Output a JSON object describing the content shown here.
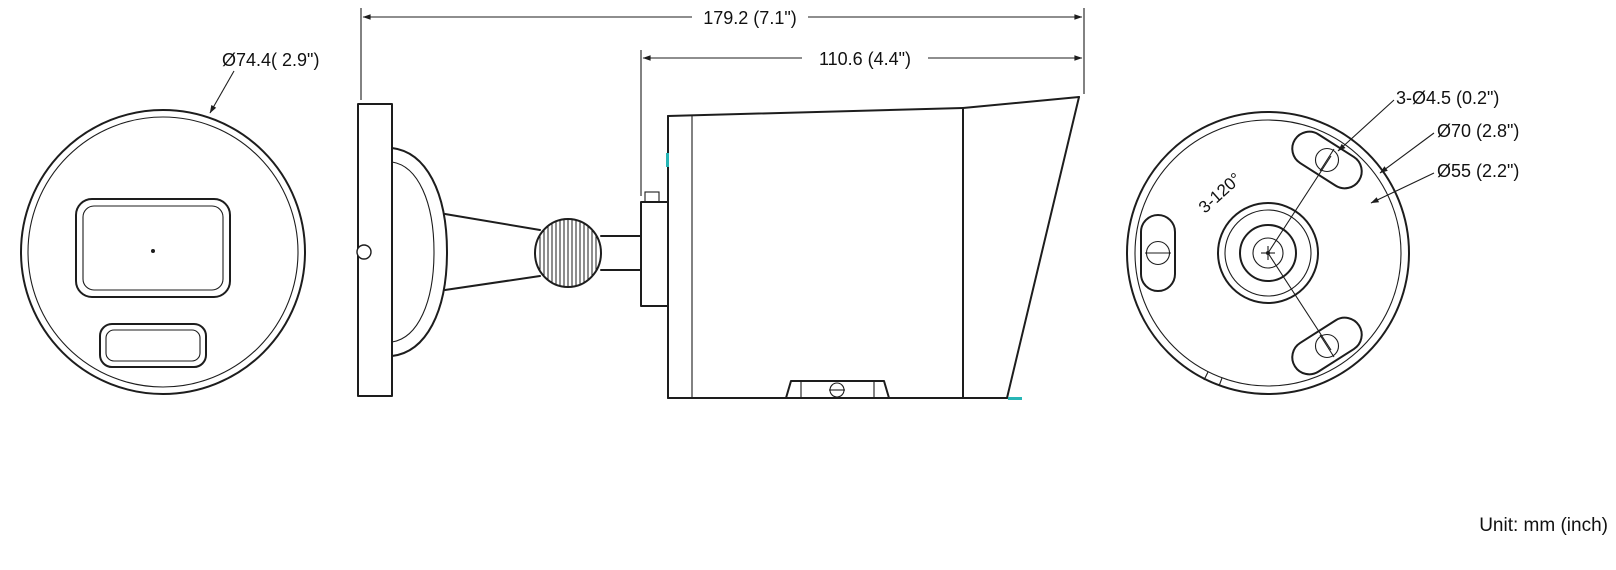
{
  "labels": {
    "front_diameter": "Ø74.4( 2.9\")",
    "overall_length": "179.2 (7.1\")",
    "body_length": "110.6 (4.4\")",
    "screw_holes": "3-Ø4.5 (0.2\")",
    "circle_70": "Ø70 (2.8\")",
    "circle_55": "Ø55 (2.2\")",
    "hole_angle": "3-120°",
    "unit_note": "Unit: mm (inch)"
  },
  "colors": {
    "line": "#1d1d1d",
    "artifact": "#27b6b6"
  }
}
